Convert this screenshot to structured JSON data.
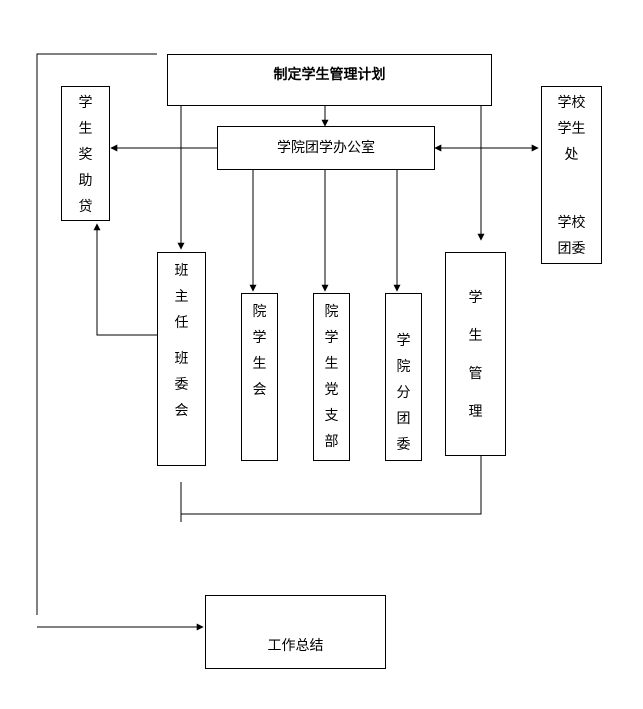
{
  "plan": "制定学生管理计划",
  "office": "学院团学办公室",
  "aid": "学\n生\n奖\n助\n贷",
  "school_dept_top": "学校\n学生\n处",
  "school_dept_bottom": "学校\n团委",
  "class_top": "班\n主\n任",
  "class_bottom": "班\n委\n会",
  "council": "院\n学\n生\n会",
  "party": "院\n学\n生\n党\n支\n部",
  "league": "学\n院\n分\n团\n委",
  "management": "学\n\n生\n\n管\n\n理",
  "summary": "工作总结"
}
